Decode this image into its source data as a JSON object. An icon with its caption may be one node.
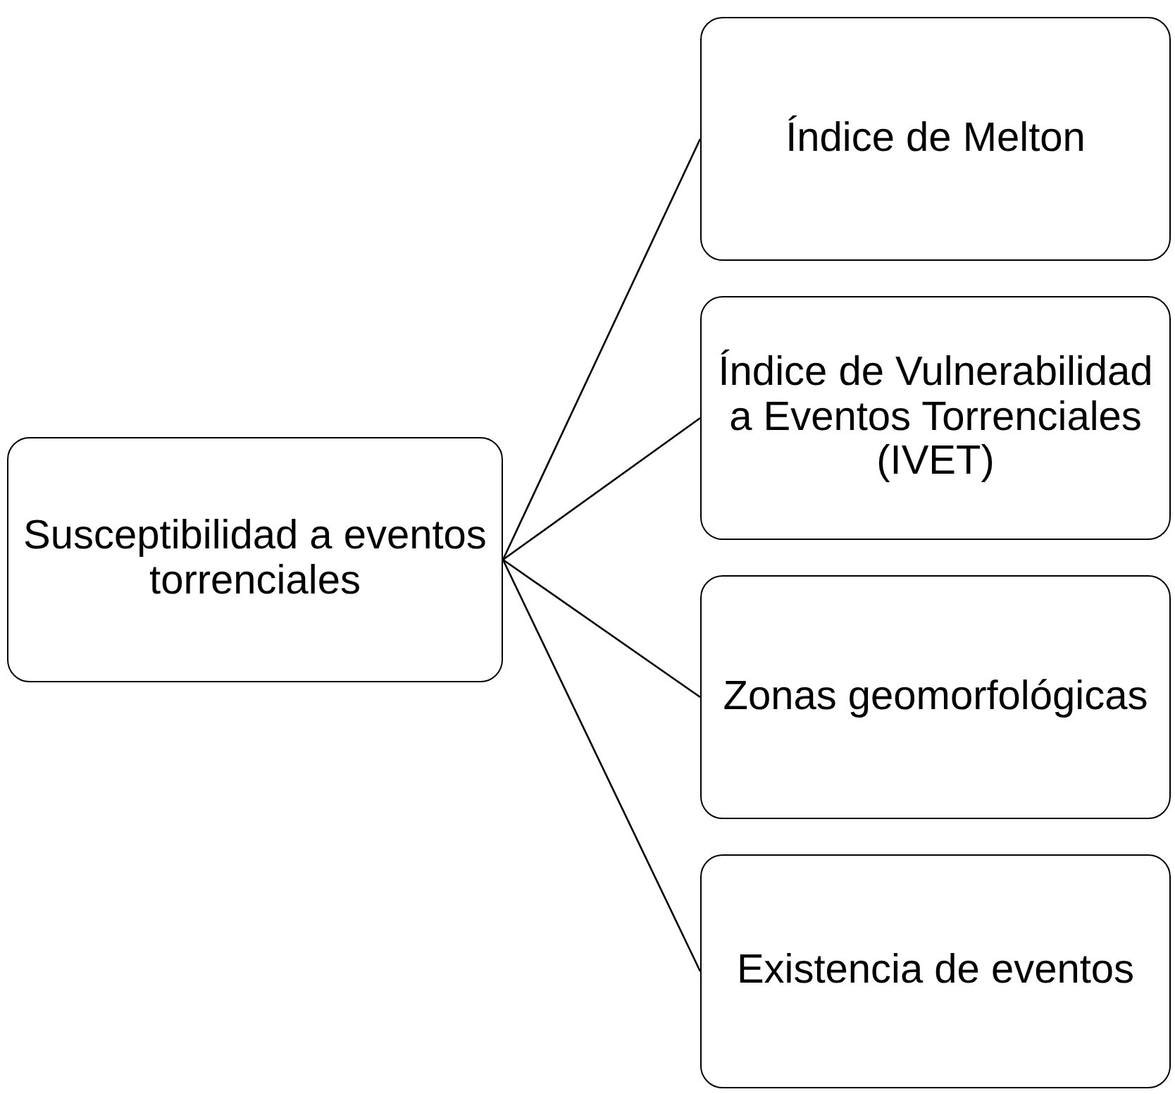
{
  "diagram": {
    "nodes": [
      {
        "text": [
          "Susceptibilidad a eventos torrenciales"
        ]
      },
      {
        "text": [
          "Índice de Melton"
        ]
      },
      {
        "text": [
          "Índice de Vulnerabilidad a Eventos Torrenciales (IVET)"
        ]
      },
      {
        "text": [
          "Zonas geomorfológicas"
        ]
      },
      {
        "text": [
          "Existencia de eventos"
        ]
      }
    ],
    "edges": [
      {
        "from": 0,
        "to": 1,
        "arrow": "none"
      },
      {
        "from": 0,
        "to": 2,
        "arrow": "none"
      },
      {
        "from": 0,
        "to": 3,
        "arrow": "none"
      },
      {
        "from": 0,
        "to": 4,
        "arrow": "none"
      }
    ]
  }
}
